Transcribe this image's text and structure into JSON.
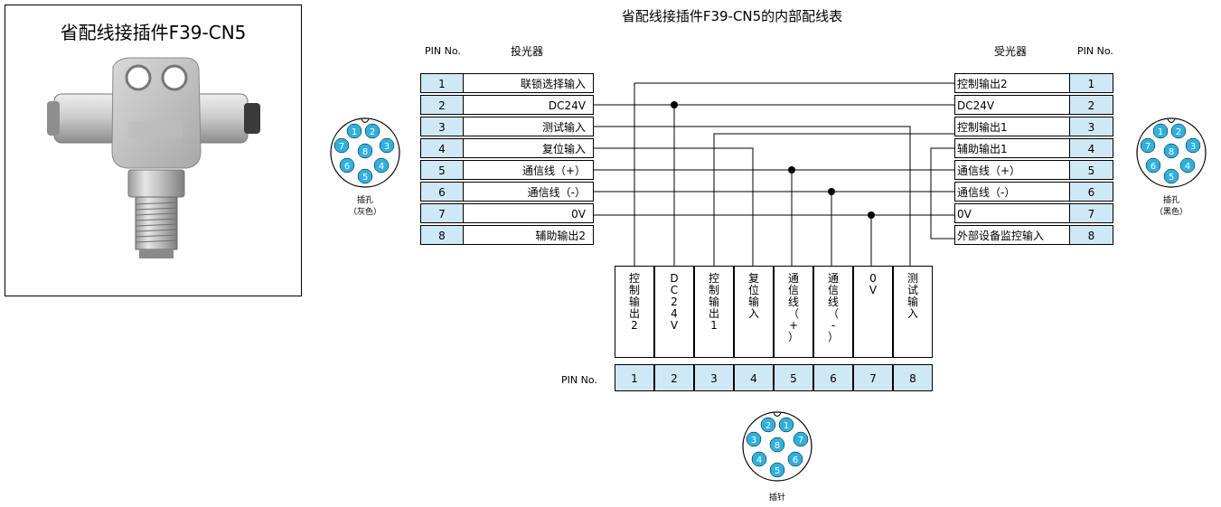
{
  "product": {
    "title": "省配线接插件F39-CN5"
  },
  "diagram": {
    "title": "省配线接插件F39-CN5的内部配线表",
    "pin_no_label": "PIN No.",
    "emitter_label": "投光器",
    "receiver_label": "受光器"
  },
  "emitter_rows": [
    {
      "pin": "1",
      "label": "联锁选择输入"
    },
    {
      "pin": "2",
      "label": "DC24V"
    },
    {
      "pin": "3",
      "label": "测试输入"
    },
    {
      "pin": "4",
      "label": "复位输入"
    },
    {
      "pin": "5",
      "label": "通信线（+）"
    },
    {
      "pin": "6",
      "label": "通信线（-）"
    },
    {
      "pin": "7",
      "label": "0V"
    },
    {
      "pin": "8",
      "label": "辅助输出2"
    }
  ],
  "receiver_rows": [
    {
      "pin": "1",
      "label": "控制输出2"
    },
    {
      "pin": "2",
      "label": "DC24V"
    },
    {
      "pin": "3",
      "label": "控制输出1"
    },
    {
      "pin": "4",
      "label": "辅助输出1"
    },
    {
      "pin": "5",
      "label": "通信线（+）"
    },
    {
      "pin": "6",
      "label": "通信线（-）"
    },
    {
      "pin": "7",
      "label": "0V"
    },
    {
      "pin": "8",
      "label": "外部设备监控输入"
    }
  ],
  "bottom_columns": [
    {
      "pin": "1",
      "label": "控\n制\n输\n出\n2"
    },
    {
      "pin": "2",
      "label": "D\nC\n2\n4\nV"
    },
    {
      "pin": "3",
      "label": "控\n制\n输\n出\n1"
    },
    {
      "pin": "4",
      "label": "复\n位\n输\n入"
    },
    {
      "pin": "5",
      "label": "通\n信\n线\n（\n+\n）"
    },
    {
      "pin": "6",
      "label": "通\n信\n线\n（\n-\n）"
    },
    {
      "pin": "7",
      "label": "0\nV"
    },
    {
      "pin": "8",
      "label": "测\n试\n输\n入"
    }
  ],
  "connectors": {
    "left": {
      "caption": "插孔\n（灰色）",
      "numbers": [
        "1",
        "2",
        "3",
        "4",
        "5",
        "6",
        "7",
        "8"
      ]
    },
    "right": {
      "caption": "插孔\n（黑色）",
      "numbers": [
        "1",
        "2",
        "3",
        "4",
        "5",
        "6",
        "7",
        "8"
      ]
    },
    "bottom": {
      "caption": "插针",
      "numbers": [
        "1",
        "2",
        "3",
        "4",
        "5",
        "6",
        "7",
        "8"
      ]
    }
  },
  "colors": {
    "pin_fill": "#cfe8f6",
    "socket_dot": "#2fb1dd",
    "line": "#000000"
  }
}
